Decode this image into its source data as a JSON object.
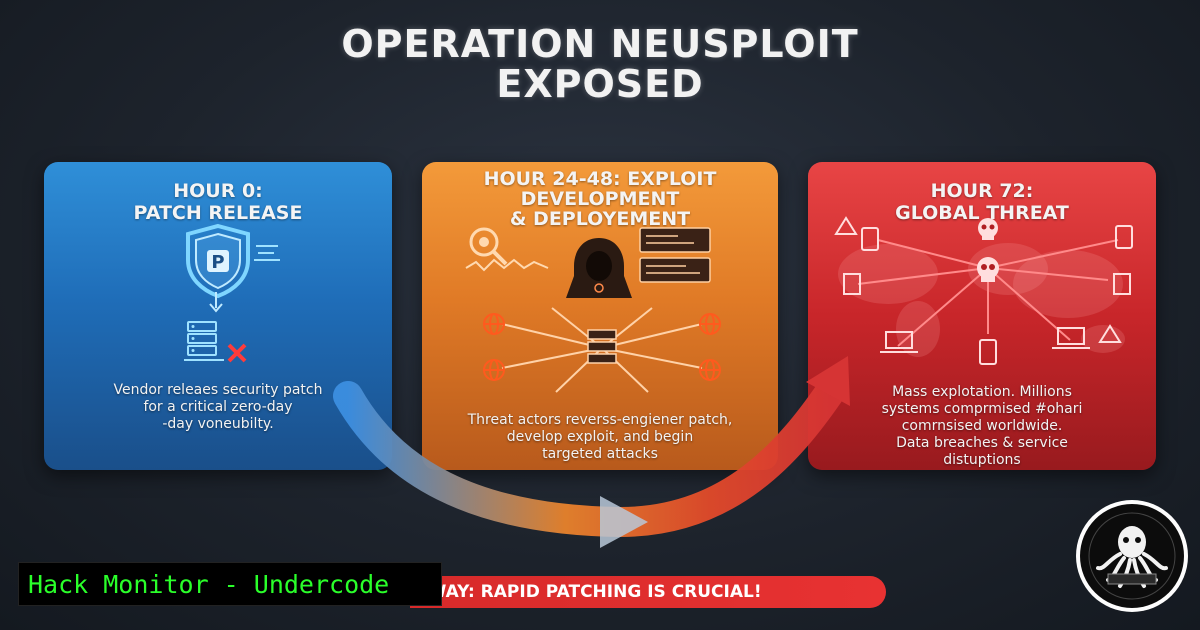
{
  "title": {
    "line1": "OPERATION NEUSPLOIT",
    "line2": "EXPOSED"
  },
  "panels": [
    {
      "head_line1": "HOUR 0:",
      "head_line2": "PATCH RELEASE",
      "desc_lines": [
        "Vendor releaes security patch",
        "for a critical zero-day",
        "-day voneubilty."
      ],
      "color": "#2a82cf",
      "icons": [
        "shield-patch-icon",
        "down-arrow-icon",
        "server-icon",
        "red-x-icon"
      ]
    },
    {
      "head_line1": "HOUR 24-48: EXPLOIT",
      "head_line2": "DEVELOPMENT",
      "head_line3": "& DEPLOYEMENT",
      "desc_lines": [
        "Threat actors reverss-engiener patch,",
        "develop exploit, and begin",
        "targeted attacks"
      ],
      "color": "#e8832c",
      "icons": [
        "bug-magnifier-icon",
        "hooded-hacker-icon",
        "code-window-icon",
        "server-icon",
        "globe-icon"
      ]
    },
    {
      "head_line1": "HOUR 72:",
      "head_line2": "GLOBAL THREAT",
      "desc_lines": [
        "Mass explotation. Millions",
        "systems comprmised #ohari",
        "comrnsised worldwide.",
        "Data breaches & service",
        "distuptions"
      ],
      "color": "#d63434",
      "icons": [
        "skull-icon",
        "world-map-icon",
        "warning-icon",
        "laptop-icon",
        "tablet-icon",
        "document-icon"
      ]
    }
  ],
  "banner": {
    "text": "EWAY: RAPID PATCHING IS CRUCIAL!"
  },
  "watermark": {
    "text": "Hack Monitor - Undercode"
  },
  "colors": {
    "blue": "#2a82cf",
    "orange": "#e8832c",
    "red": "#d63434",
    "watermark_green": "#2aff2a"
  }
}
